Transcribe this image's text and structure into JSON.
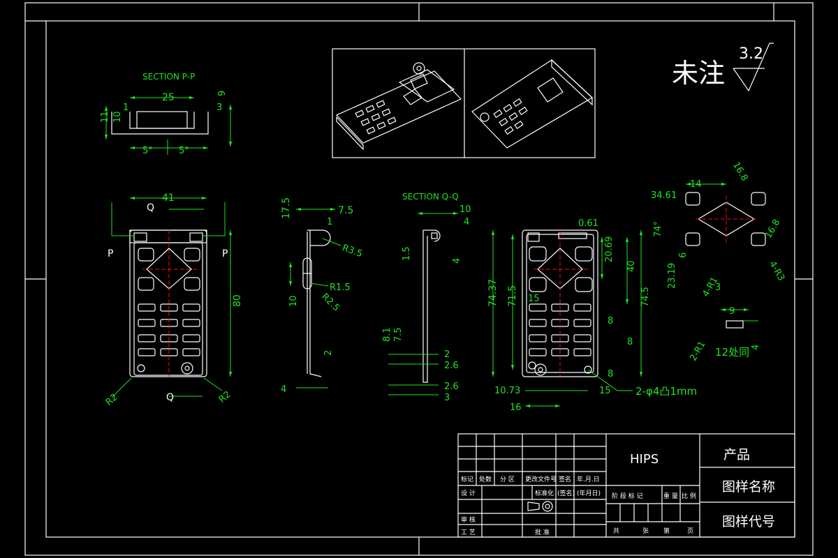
{
  "frame": {
    "bg": "#000000",
    "line": "#ffffff",
    "dim": "#1ee61e",
    "center": "#e01010"
  },
  "roughness": {
    "label": "未注",
    "value": "3.2"
  },
  "sections": {
    "pp_title": "SECTION P-P",
    "qq_title": "SECTION Q-Q"
  },
  "pp_dims": {
    "d25": "25",
    "d1": "1",
    "d3": "3",
    "d9": "9",
    "d11": "11",
    "d10": "10",
    "ang1": "5°",
    "ang2": "5°"
  },
  "front_view": {
    "d41": "41",
    "d80": "80",
    "q_top": "Q",
    "q_bottom": "Q",
    "p_left": "P",
    "p_right": "P",
    "r2_left": "R2",
    "r2_right": "R2"
  },
  "side_view": {
    "d17_5": "17.5",
    "d7_5": "7.5",
    "d1": "1",
    "r3_5": "R3.5",
    "r1_5": "R1.5",
    "d10": "10",
    "r2_5": "R2.5",
    "d2": "2",
    "d4": "4"
  },
  "qq_view": {
    "d10": "10",
    "d4a": "4",
    "d1_5": "1.5",
    "d4b": "4",
    "d8_1": "8.1",
    "d7_5": "7.5",
    "d2": "2",
    "d2_6a": "2.6",
    "d2_6b": "2.6",
    "d3": "3"
  },
  "back_view": {
    "d0_61": "0.61",
    "d74_37": "74.37",
    "d71_5": "71.5",
    "d20_69": "20.69",
    "d40": "40",
    "d74_5": "74.5",
    "d15a": "15",
    "d8a": "8",
    "d8b": "8",
    "d8c": "8",
    "d10_73": "10.73",
    "d15b": "15",
    "d16": "16",
    "note_holes": "2-φ4凸1mm"
  },
  "detail": {
    "d14": "14",
    "d16_8a": "16.8",
    "d34_61": "34.61",
    "d74": "74°",
    "d23_19": "23.19",
    "d6": "6",
    "d16_8b": "16.8",
    "r1": "4-R1",
    "d3": "3",
    "r3": "4-R3",
    "d9": "9",
    "r1b": "2-R1",
    "d4": "4",
    "note12": "12处同"
  },
  "title_block": {
    "material": "HIPS",
    "product": "产品",
    "drawing_name": "图样名称",
    "drawing_code": "图样代号",
    "hdr_mark": "标记",
    "hdr_count": "处数",
    "hdr_zone": "分 区",
    "hdr_doc": "更改文件号",
    "hdr_sign": "签名",
    "hdr_date": "年.月.日",
    "design": "设 计",
    "standard": "标准化",
    "sign2": "(签名)",
    "date2": "(年月日)",
    "stage": "阶 段 标 记",
    "weight": "重 量",
    "scale": "比 例",
    "review": "审 核",
    "process": "工 艺",
    "approve": "批 准",
    "total": "共",
    "sheets": "张",
    "page": "第",
    "page2": "页"
  }
}
